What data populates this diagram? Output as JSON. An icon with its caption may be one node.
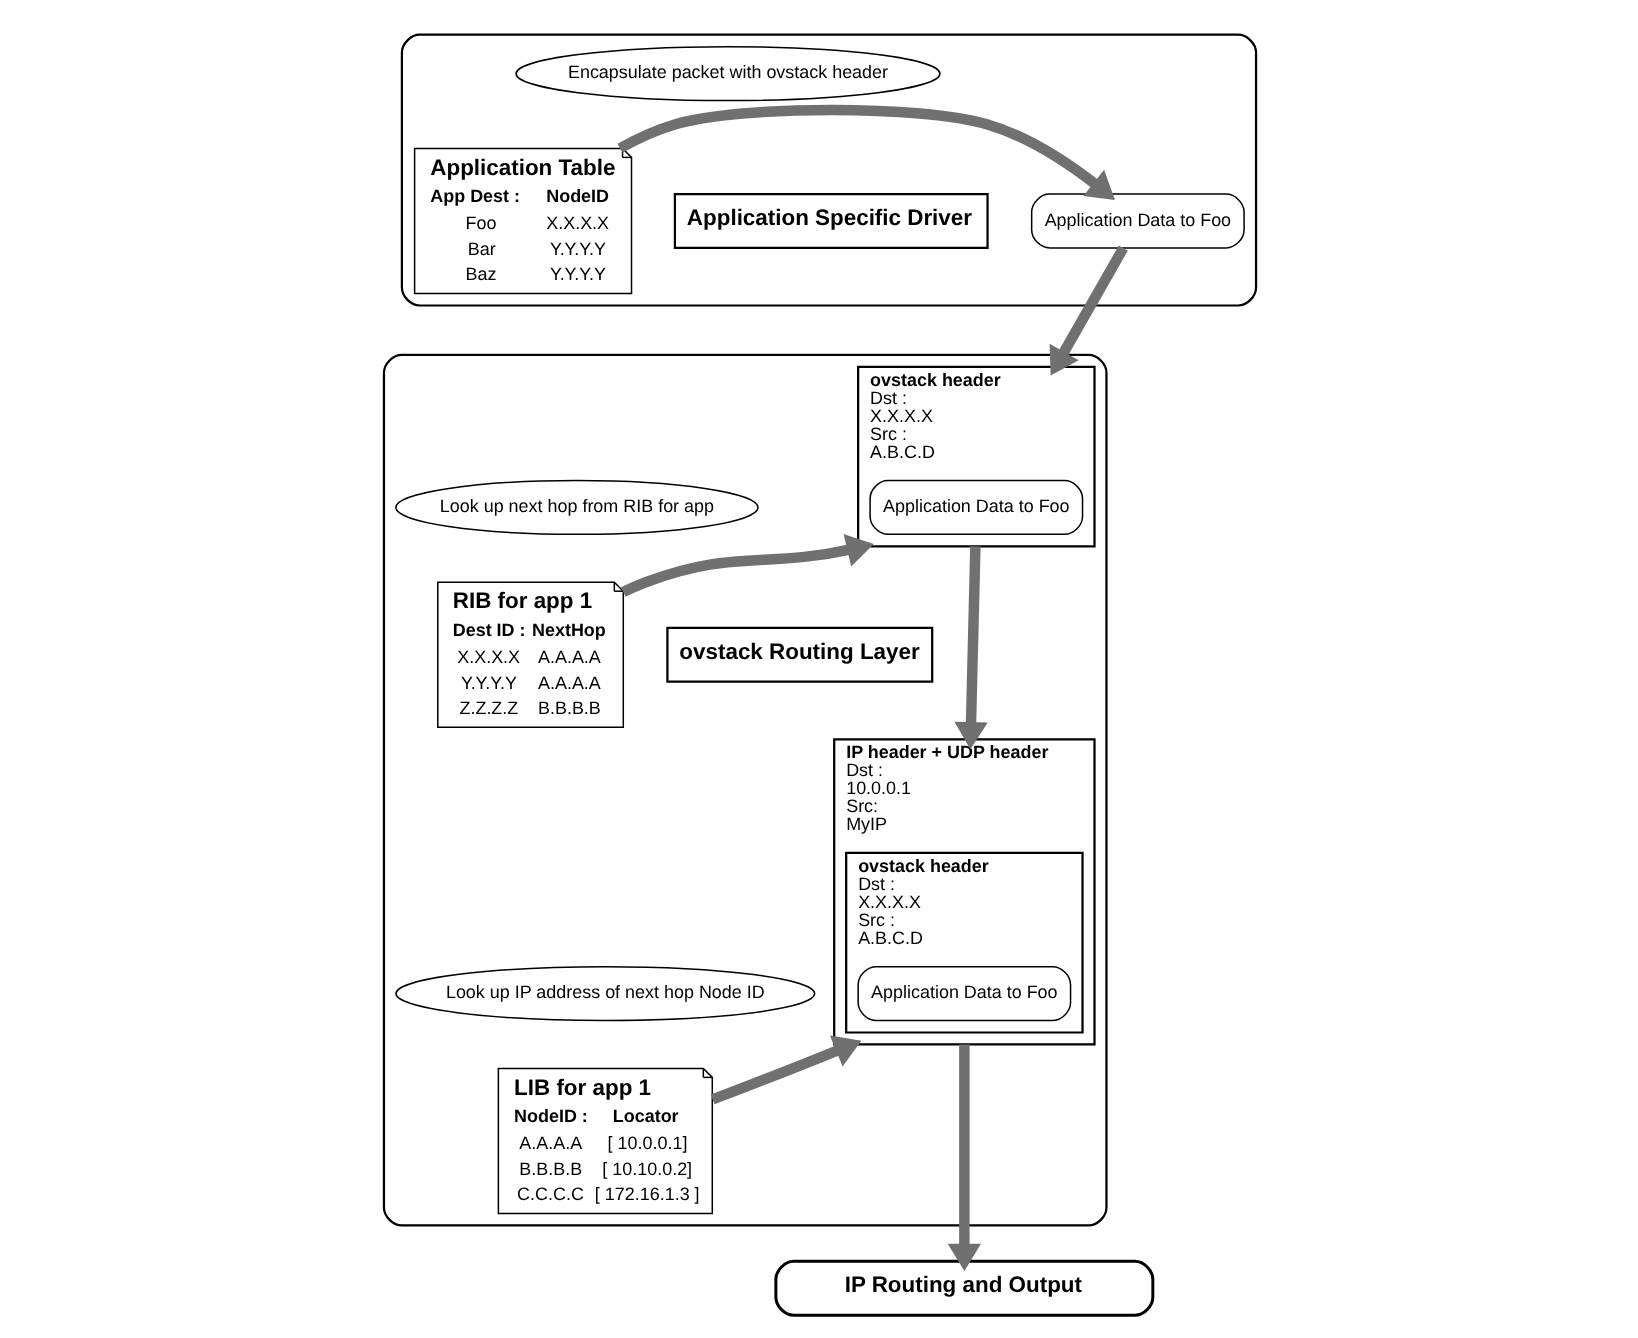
{
  "diagram": {
    "nodes": [
      {
        "text": [],
        "shape": "box"
      },
      {
        "text": [
          "Application Table",
          "App Dest :",
          "NodeID",
          "Foo",
          "X.X.X.X",
          "Bar",
          "Y.Y.Y.Y",
          "Baz",
          "Y.Y.Y.Y"
        ],
        "in": 0
      },
      {
        "text": [
          "Application Data to Foo"
        ],
        "in": 0
      },
      {
        "text": [
          "Encapsulate packet with ovstack header"
        ],
        "in": 0
      },
      {
        "text": [
          "Application Specific Driver"
        ],
        "in": 0
      },
      {
        "text": [],
        "shape": "box"
      },
      {
        "text": [
          "RIB for app 1",
          "Dest ID :",
          "NextHop",
          "X.X.X.X",
          "A.A.A.A",
          "Y.Y.Y.Y",
          "A.A.A.A",
          "Z.Z.Z.Z",
          "B.B.B.B"
        ],
        "in": 5
      },
      {
        "text": [
          "Look up next hop from RIB for app"
        ],
        "in": 5
      },
      {
        "text": [
          "ovstack header",
          "Dst :",
          "X.X.X.X",
          "Src :",
          "A.B.C.D"
        ],
        "in": 5
      },
      {
        "text": [
          "Application Data to Foo"
        ],
        "in": 8
      },
      {
        "text": [
          "ovstack Routing Layer"
        ],
        "in": 5
      },
      {
        "text": [
          "LIB for app 1",
          "NodeID :",
          "Locator",
          "A.A.A.A",
          "[ 10.0.0.1]",
          "B.B.B.B",
          "[ 10.10.0.2]",
          "C.C.C.C",
          "[ 172.16.1.3 ]"
        ],
        "in": 5
      },
      {
        "text": [
          "Look up IP address of next hop Node ID"
        ],
        "in": 5
      },
      {
        "text": [
          "IP header + UDP header",
          "Dst :",
          "10.0.0.1",
          "Src:",
          "MyIP"
        ],
        "in": 5
      },
      {
        "text": [
          "ovstack header",
          "Dst :",
          "X.X.X.X",
          "Src :",
          "A.B.C.D"
        ],
        "in": 13
      },
      {
        "text": [
          "Application Data to Foo"
        ],
        "in": 14
      },
      {
        "text": [
          "IP Routing and Output"
        ]
      }
    ],
    "edges": [
      {
        "from": 1,
        "to": 2,
        "arrow": "to"
      },
      {
        "from": 2,
        "to": 8,
        "arrow": "to"
      },
      {
        "from": 6,
        "to": 8,
        "arrow": "to"
      },
      {
        "from": 8,
        "to": 13,
        "arrow": "to"
      },
      {
        "from": 11,
        "to": 13,
        "arrow": "to"
      },
      {
        "from": 13,
        "to": 16,
        "arrow": "to"
      }
    ]
  }
}
